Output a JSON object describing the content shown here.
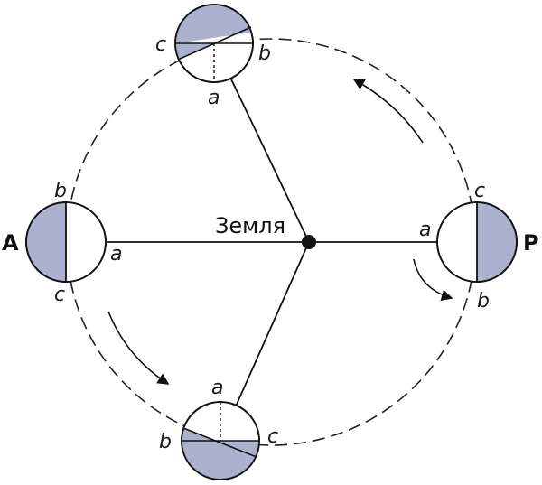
{
  "labels": {
    "earth": "Земля",
    "apogee": "А",
    "perigee": "Р",
    "a": "a",
    "b": "b",
    "c": "c"
  },
  "colors": {
    "shade": "#aab2d0",
    "stroke": "#111111",
    "orbit": "#222222"
  }
}
